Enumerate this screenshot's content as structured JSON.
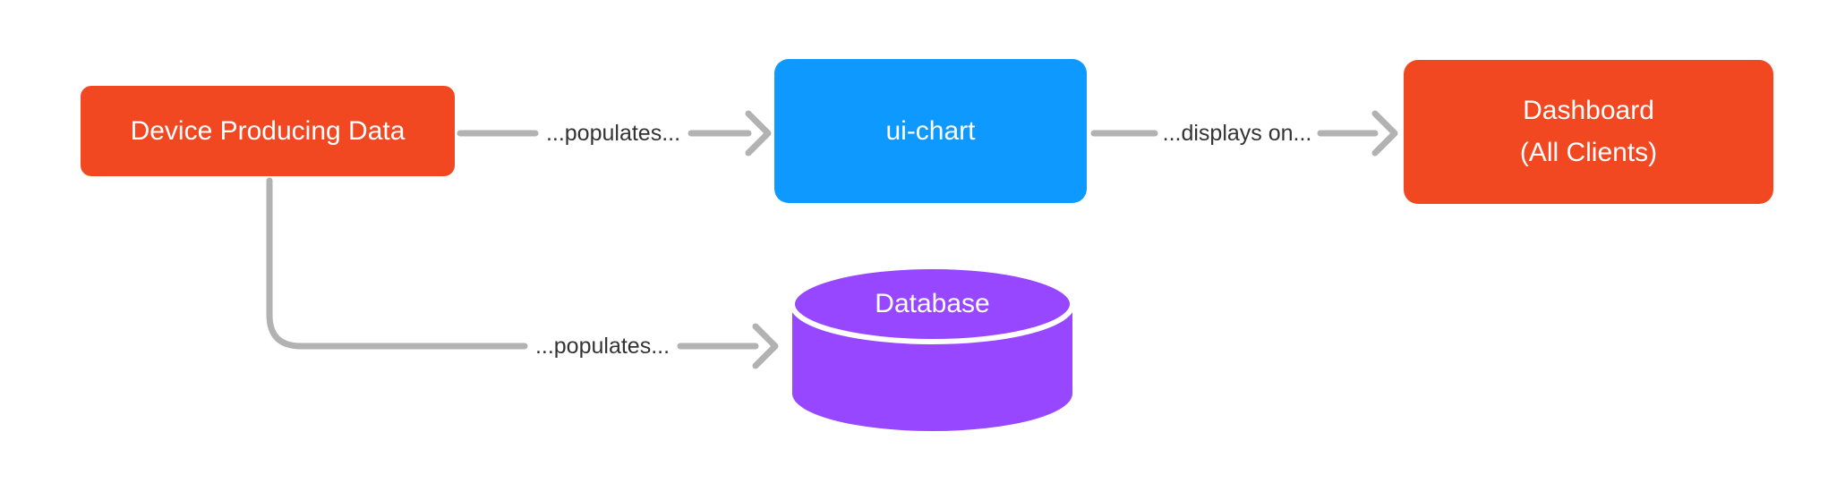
{
  "diagram": {
    "background": "#FFFFFF",
    "connector": {
      "line_color": "#B2B2B2",
      "label_color": "#333333"
    },
    "nodes": {
      "device": {
        "label": "Device Producing Data",
        "shape": "rounded-rect",
        "color": "#F24822",
        "text_color": "#FFFFFF"
      },
      "ui_chart": {
        "label": "ui-chart",
        "shape": "rounded-rect",
        "color": "#0D99FF",
        "text_color": "#FFFFFF"
      },
      "dashboard": {
        "line1": "Dashboard",
        "line2": "(All Clients)",
        "shape": "rounded-rect",
        "color": "#F24822",
        "text_color": "#FFFFFF"
      },
      "database": {
        "label": "Database",
        "shape": "cylinder",
        "color": "#9747FF",
        "text_color": "#FFFFFF"
      }
    },
    "edges": {
      "device_to_ui_chart": {
        "label": "...populates...",
        "from": "Device Producing Data",
        "to": "ui-chart"
      },
      "ui_chart_to_dashboard": {
        "label": "...displays on...",
        "from": "ui-chart",
        "to": "Dashboard (All Clients)"
      },
      "device_to_database": {
        "label": "...populates...",
        "from": "Device Producing Data",
        "to": "Database"
      }
    }
  }
}
